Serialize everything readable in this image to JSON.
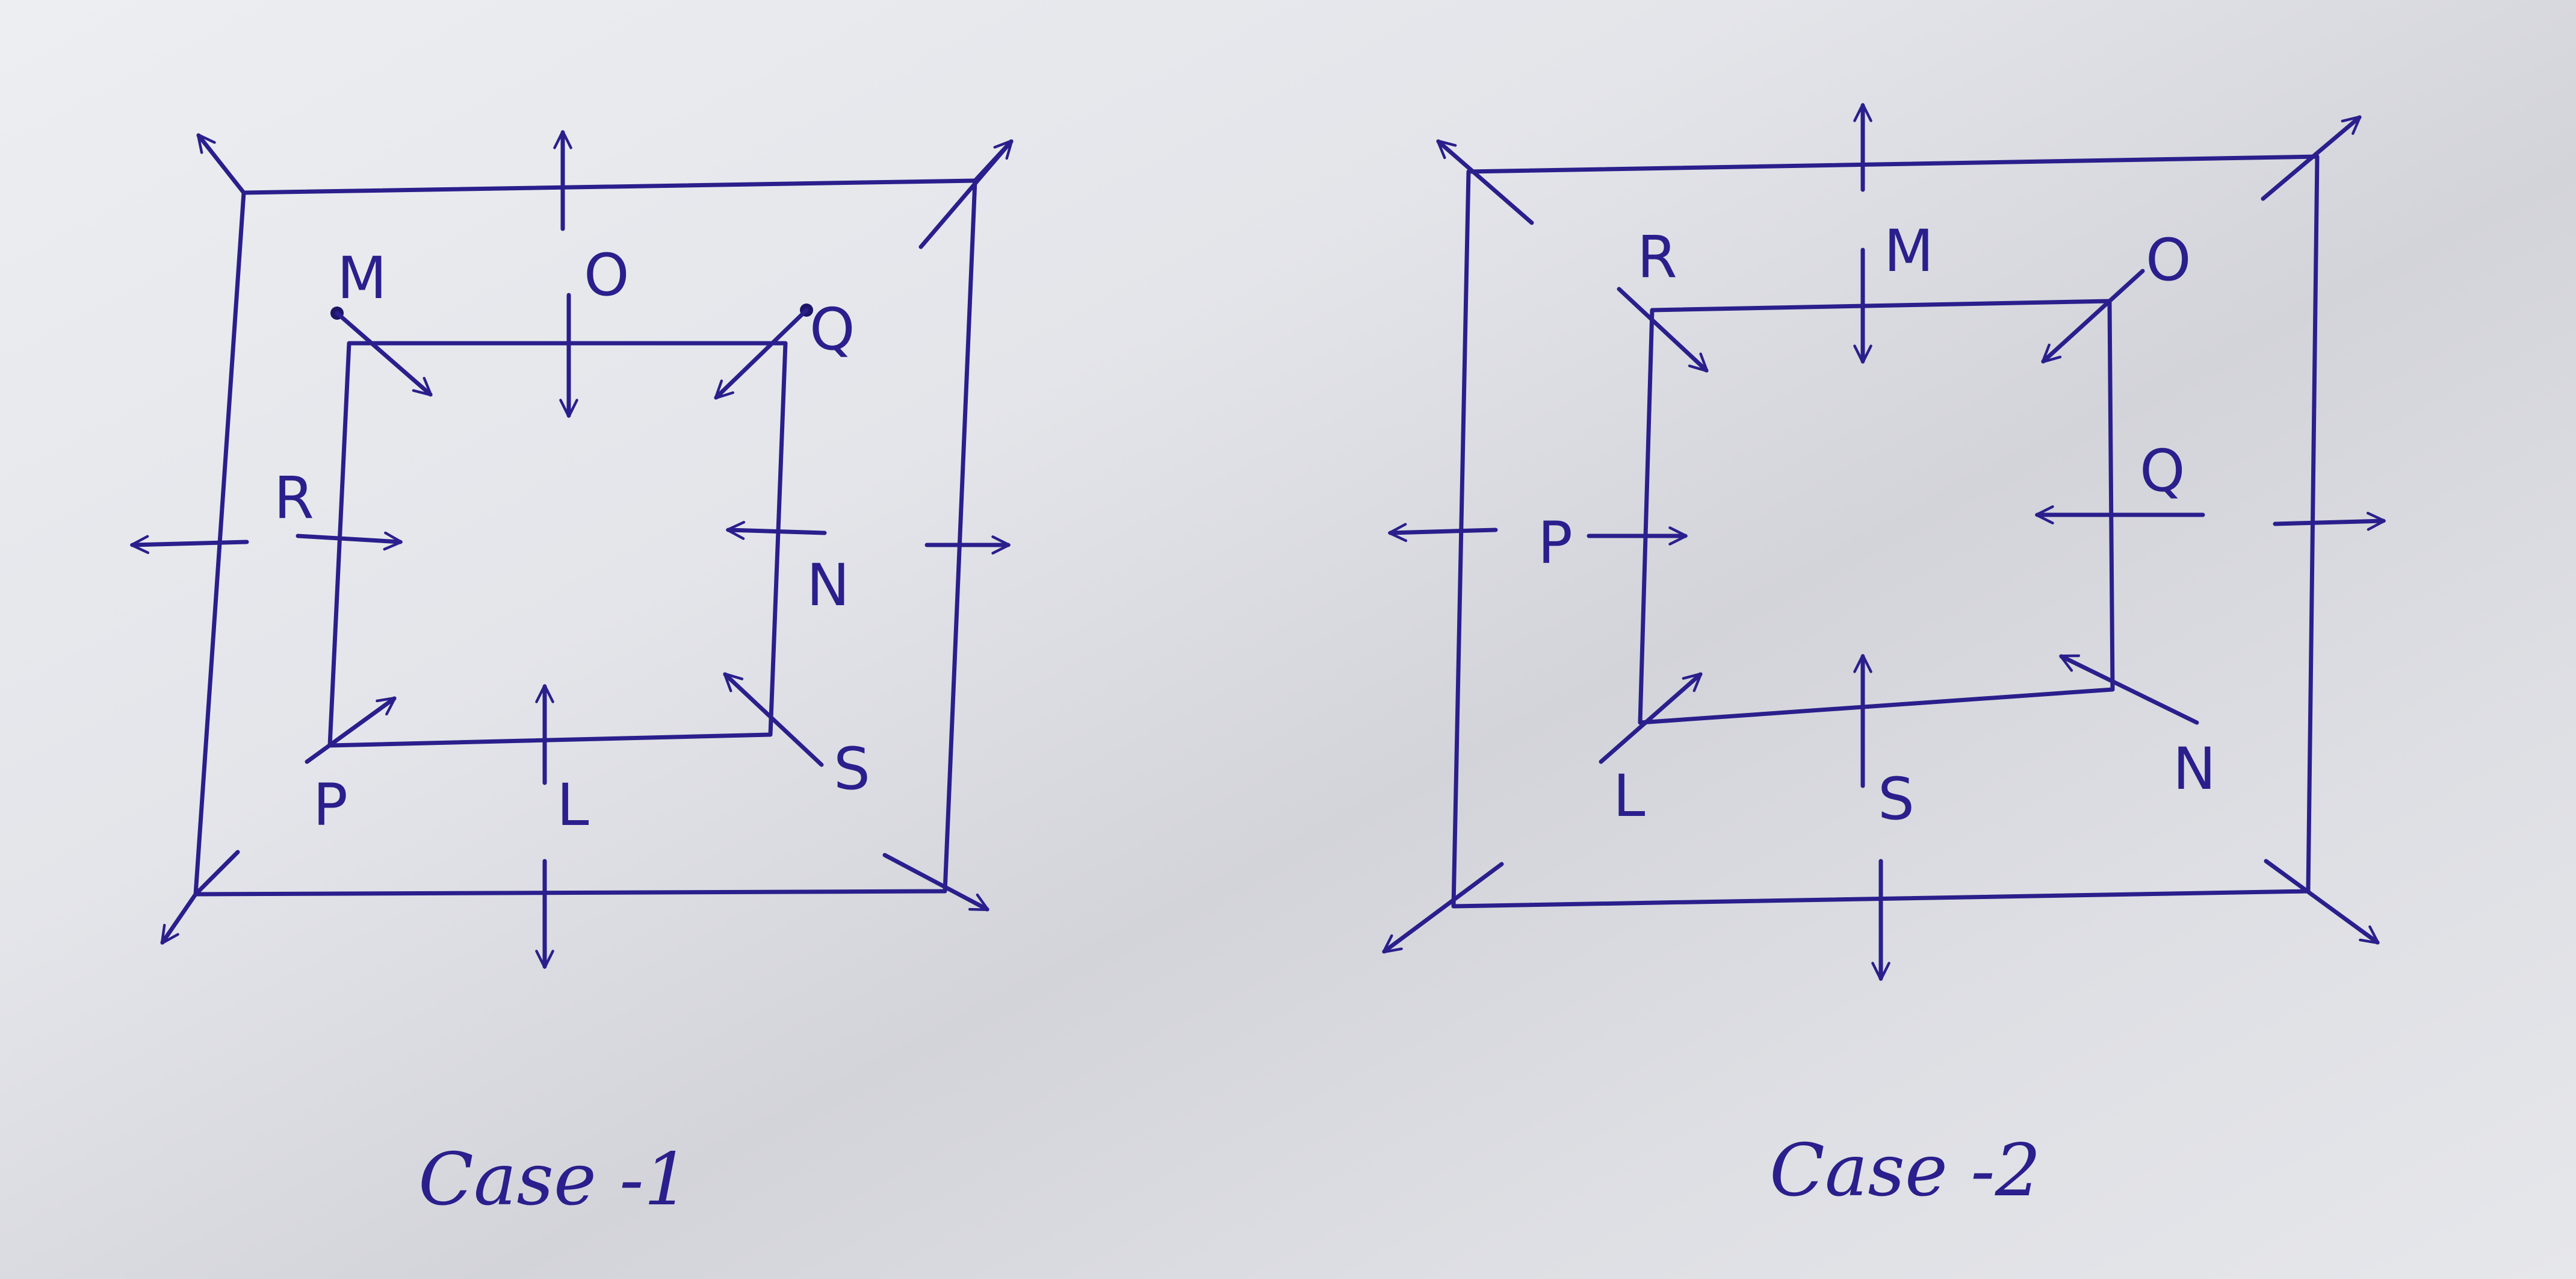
{
  "ink_color": "#2a1f8c",
  "paper_color": "#e4e5ea",
  "cases": [
    {
      "caption": "Case -1",
      "labels": {
        "m": "M",
        "o": "O",
        "q": "Q",
        "r": "R",
        "n": "N",
        "p": "P",
        "l": "L",
        "s": "S"
      }
    },
    {
      "caption": "Case -2",
      "labels": {
        "r": "R",
        "m": "M",
        "o": "O",
        "p": "P",
        "q": "Q",
        "l": "L",
        "s": "S",
        "n": "N"
      }
    }
  ]
}
